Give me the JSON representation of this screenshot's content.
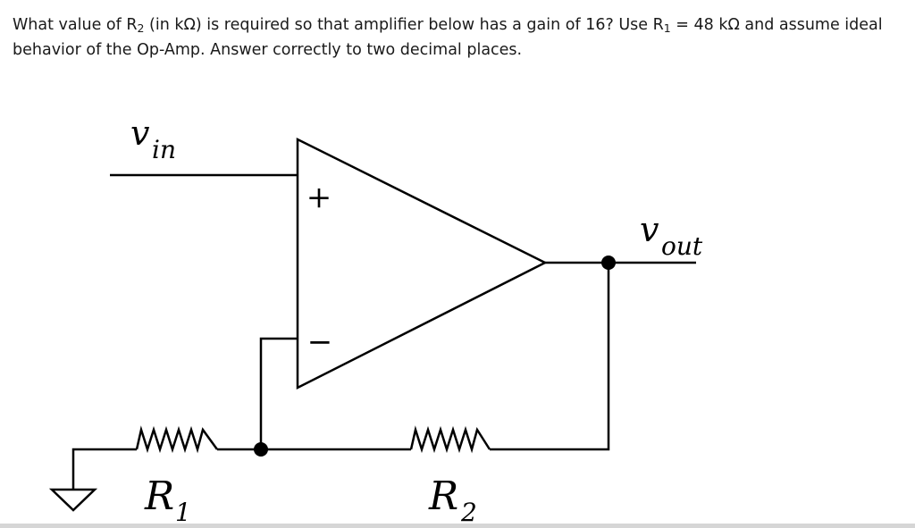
{
  "question": {
    "part1": "What value of R",
    "sub1": "2",
    "part2": " (in kΩ) is required so that amplifier below has a gain of 16? Use R",
    "sub2": "1",
    "part3": " = 48 kΩ and assume ideal behavior of the Op-Amp. Answer correctly to two decimal places."
  },
  "diagram": {
    "vin_main": "v",
    "vin_sub": "in",
    "vout_main": "v",
    "vout_sub": "out",
    "plus_sign": "+",
    "minus_sign": "−",
    "r1_main": "R",
    "r1_sub": "1",
    "r2_main": "R",
    "r2_sub": "2"
  }
}
